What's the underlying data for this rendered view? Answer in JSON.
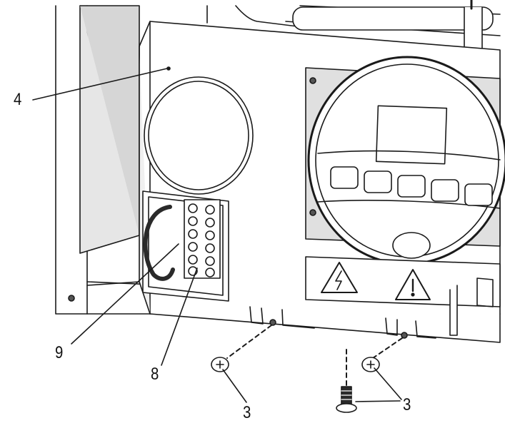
{
  "callouts": {
    "front_panel": "4",
    "cable_clamp": "9",
    "terminal_block": "8",
    "screw_left": "3",
    "screw_right": "3"
  },
  "colors": {
    "stroke": "#1a1a1a",
    "panel": "#ffffff",
    "shade": "#d9d9d9",
    "dark": "#2a2a2a",
    "background": "#ffffff"
  },
  "icons": {
    "warning_electric": "electric-hazard-icon",
    "warning_general": "exclamation-warning-icon",
    "screw": "screw-icon"
  }
}
